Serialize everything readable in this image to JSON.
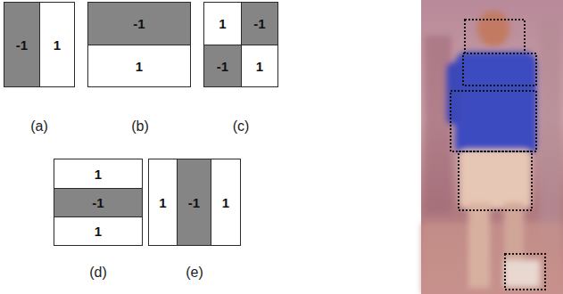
{
  "diagram": {
    "nodes": [
      {
        "text": [
          "-1"
        ]
      },
      {
        "text": [
          "1"
        ]
      },
      {
        "text": [
          "-1"
        ]
      },
      {
        "text": [
          "1"
        ]
      },
      {
        "text": [
          "1"
        ]
      },
      {
        "text": [
          "-1"
        ]
      },
      {
        "text": [
          "-1"
        ]
      },
      {
        "text": [
          "1"
        ]
      },
      {
        "text": [
          "1"
        ]
      },
      {
        "text": [
          "-1"
        ]
      },
      {
        "text": [
          "1"
        ]
      },
      {
        "text": [
          "1"
        ]
      },
      {
        "text": [
          "-1"
        ]
      },
      {
        "text": [
          "1"
        ]
      }
    ],
    "labels": [
      "(a)",
      "(b)",
      "(c)",
      "(d)",
      "(e)"
    ]
  }
}
